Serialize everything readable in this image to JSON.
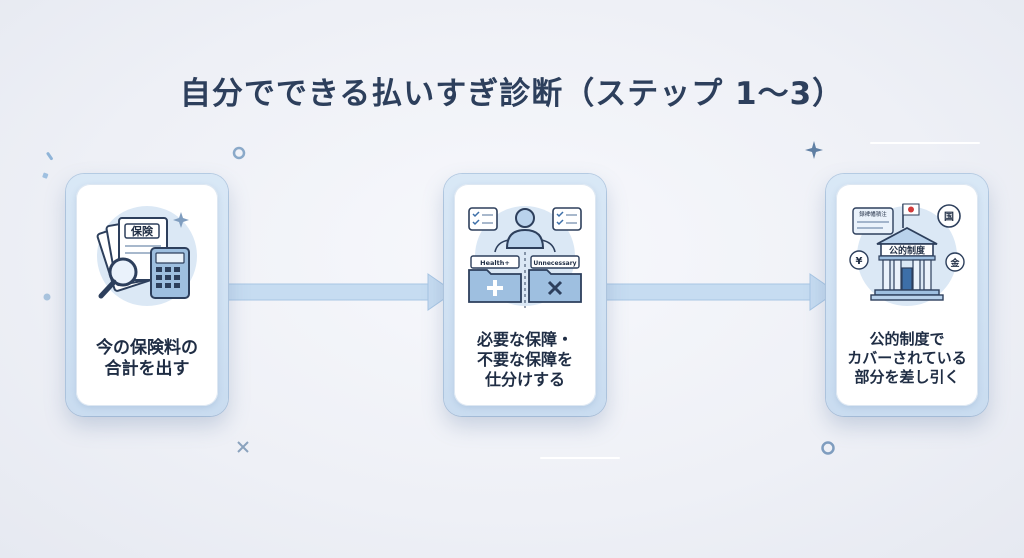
{
  "title": "自分でできる払いすぎ診断（ステップ 1〜3）",
  "steps": [
    {
      "label_lines": [
        "今の保険料の",
        "合計を出す"
      ],
      "badge": "保険"
    },
    {
      "label_lines": [
        "必要な保障・",
        "不要な保障を",
        "仕分けする"
      ],
      "folder_left": "Health+",
      "folder_right": "Unnecessary"
    },
    {
      "label_lines": [
        "公的制度で",
        "カバーされている",
        "部分を差し引く"
      ],
      "building_sign": "公的制度",
      "card_label": "録裨幡積注",
      "bubble_left": "¥",
      "bubble_right": "国",
      "bubble_right2": "金"
    }
  ],
  "colors": {
    "title": "#2d3f5c",
    "accent": "#3d6fa8",
    "arrow": "#b9d4ef"
  },
  "icons": [
    "document-icon",
    "magnifier-icon",
    "calculator-icon",
    "checklist-icon",
    "person-icon",
    "folder-plus-icon",
    "folder-x-icon",
    "id-card-icon",
    "flag-icon",
    "government-building-icon",
    "yen-bubble-icon",
    "speech-bubble-icon"
  ]
}
